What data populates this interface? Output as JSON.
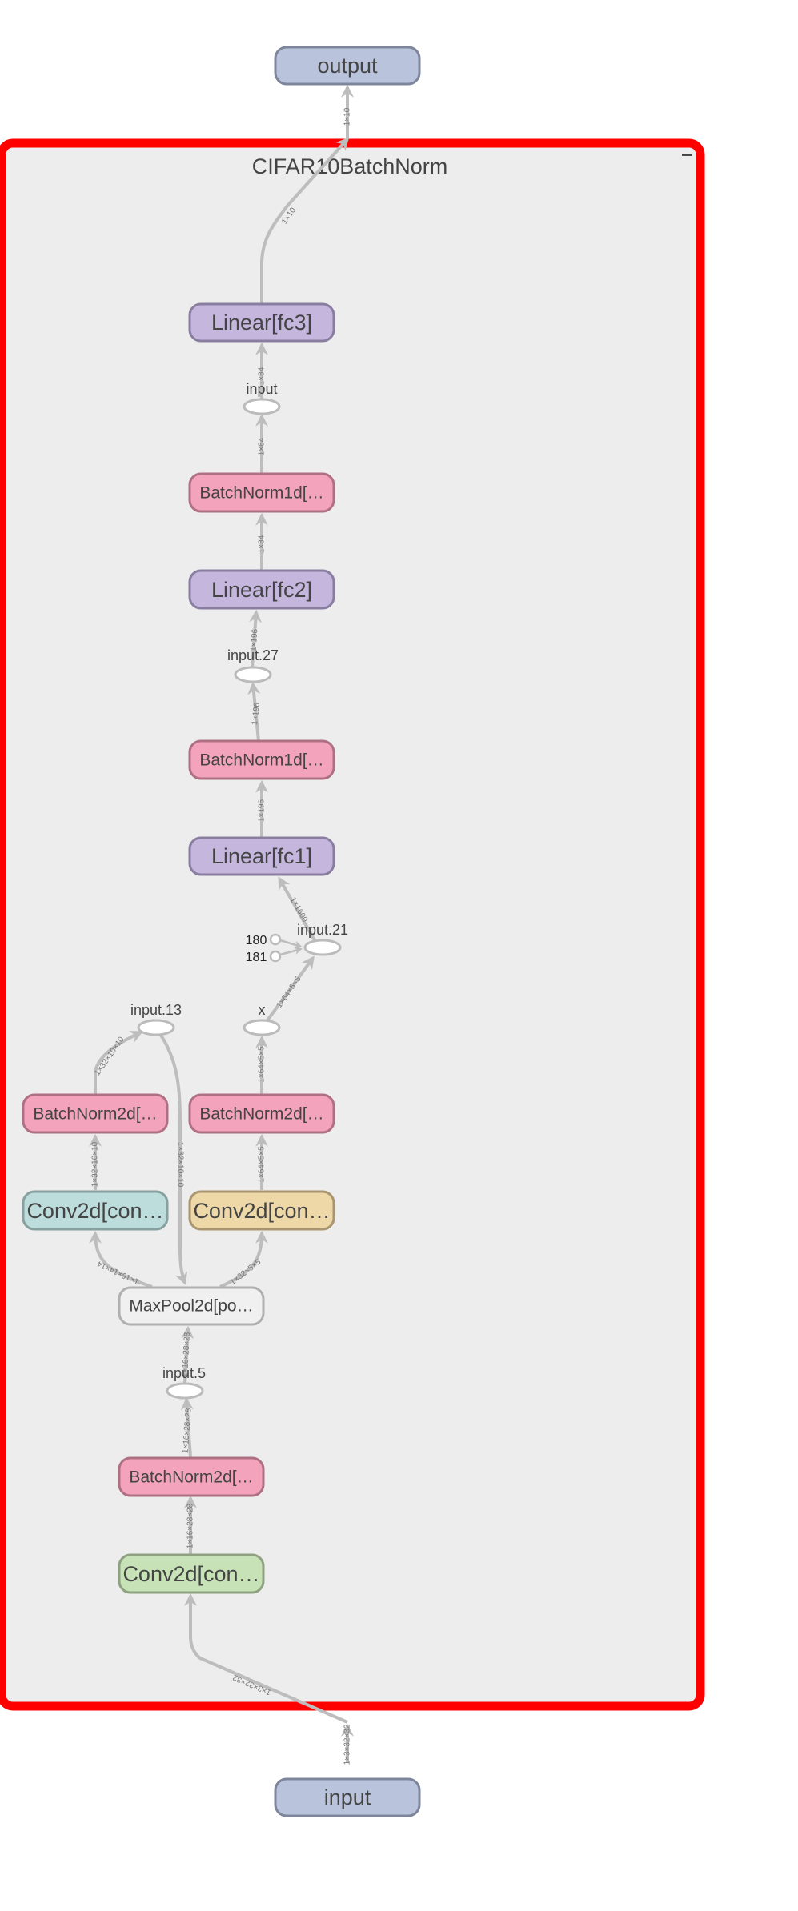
{
  "graph": {
    "group_title": "CIFAR10BatchNorm",
    "collapse_glyph": "−",
    "nodes": {
      "output": "output",
      "input": "input",
      "fc3": "Linear[fc3]",
      "bn1d_a": "BatchNorm1d[…",
      "fc2": "Linear[fc2]",
      "bn1d_b": "BatchNorm1d[…",
      "fc1": "Linear[fc1]",
      "bn2d_left": "BatchNorm2d[…",
      "bn2d_right": "BatchNorm2d[…",
      "conv_left": "Conv2d[con…",
      "conv_right": "Conv2d[con…",
      "maxpool": "MaxPool2d[po…",
      "bn2d_bottom": "BatchNorm2d[…",
      "conv_bottom": "Conv2d[con…"
    },
    "ops": {
      "input_op": "input",
      "input27": "input.27",
      "input21": "input.21",
      "x": "x",
      "input13": "input.13",
      "input5": "input.5",
      "c180": "180",
      "c181": "181"
    },
    "edges": {
      "in_stub": "1×3×32×32",
      "in_conv": "1×3×32×32",
      "conv_bn": "1×16×28×28",
      "bn_in5": "1×16×28×28",
      "in5_pool": "1×16×28×28",
      "pool_convl": "1×16×14×14",
      "pool_convr": "1×32×5×5",
      "in13_pool": "1×32×10×10",
      "convl_bnl": "1×32×10×10",
      "bnl_in13": "1×32×10×10",
      "convr_bnr": "1×64×5×5",
      "bnr_x": "1×64×5×5",
      "x_in21": "1×64×5×5",
      "in21_fc1": "1×1600",
      "fc1_bn": "1×196",
      "bn_in27": "1×196",
      "in27_fc2": "1×196",
      "fc2_bn": "1×84",
      "bn_input": "1×84",
      "input_fc3": "1×84",
      "fc3_out": "1×10",
      "out_stub": "1×10"
    }
  },
  "colors": {
    "group_border": "#ff0000",
    "group_fill": "#ededed",
    "io": "#b9c4dc",
    "linear": "#c5b6de",
    "batchnorm": "#f4a3bd",
    "conv_teal": "#bddcdc",
    "conv_orange": "#efd8a8",
    "conv_green": "#c6e2b6",
    "maxpool": "#f0f0f0"
  }
}
